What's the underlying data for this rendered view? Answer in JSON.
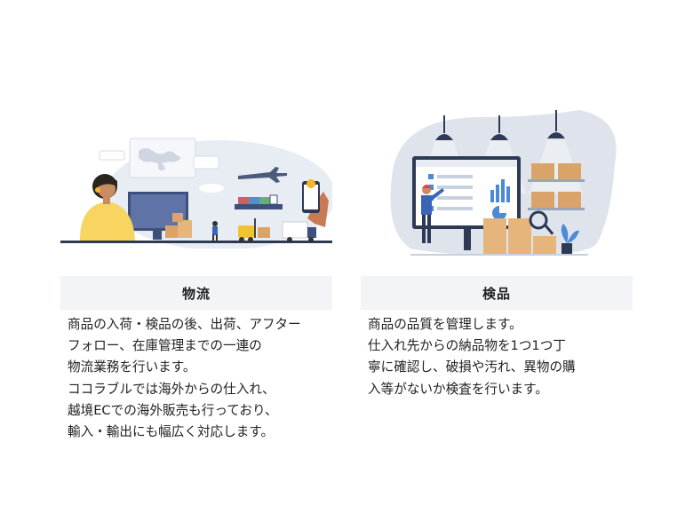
{
  "cards": [
    {
      "title": "物流",
      "description": "商品の入荷・検品の後、出荷、アフター\nフォロー、在庫管理までの一連の\n物流業務を行います。\nココラブルでは海外からの仕入れ、\n越境ECでの海外販売も行っており、\n輸入・輸出にも幅広く対応します。",
      "illustration": "logistics-illustration"
    },
    {
      "title": "検品",
      "description": "商品の品質を管理します。\n仕入れ先からの納品物を1つ1つ丁\n寧に確認し、破損や汚れ、異物の購\n入等がないか検査を行います。",
      "illustration": "inspection-illustration"
    }
  ]
}
